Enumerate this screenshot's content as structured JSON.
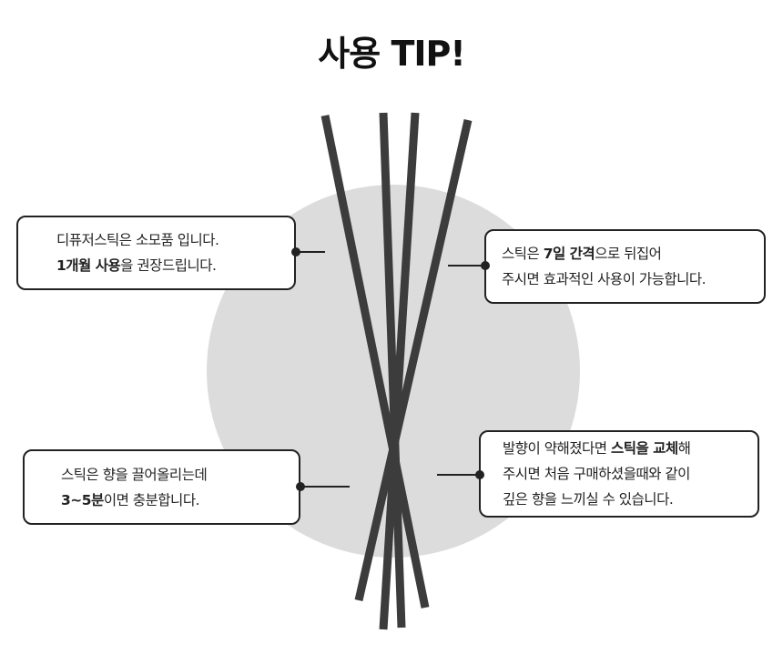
{
  "title": "사용 TIP!",
  "tips": [
    {
      "lines": [
        [
          {
            "t": "디퓨저스틱은 소모품 입니다.",
            "b": false
          }
        ],
        [
          {
            "t": "1개월 사용",
            "b": true
          },
          {
            "t": "을 권장드립니다.",
            "b": false
          }
        ]
      ]
    },
    {
      "lines": [
        [
          {
            "t": "스틱은 ",
            "b": false
          },
          {
            "t": "7일 간격",
            "b": true
          },
          {
            "t": "으로 뒤집어",
            "b": false
          }
        ],
        [
          {
            "t": "주시면 효과적인 사용이 가능합니다.",
            "b": false
          }
        ]
      ]
    },
    {
      "lines": [
        [
          {
            "t": "스틱은 향을 끌어올리는데",
            "b": false
          }
        ],
        [
          {
            "t": "3~5분",
            "b": true
          },
          {
            "t": "이면 충분합니다.",
            "b": false
          }
        ]
      ]
    },
    {
      "lines": [
        [
          {
            "t": "발향이 약해졌다면 ",
            "b": false
          },
          {
            "t": "스틱을 교체",
            "b": true
          },
          {
            "t": "해",
            "b": false
          }
        ],
        [
          {
            "t": "주시면 처음 구매하셨을때와 같이",
            "b": false
          }
        ],
        [
          {
            "t": "깊은 향을 느끼실 수 있습니다.",
            "b": false
          }
        ]
      ]
    }
  ],
  "colors": {
    "circle": "#dcdcdc",
    "stick": "#3c3c3c",
    "border": "#222222"
  }
}
